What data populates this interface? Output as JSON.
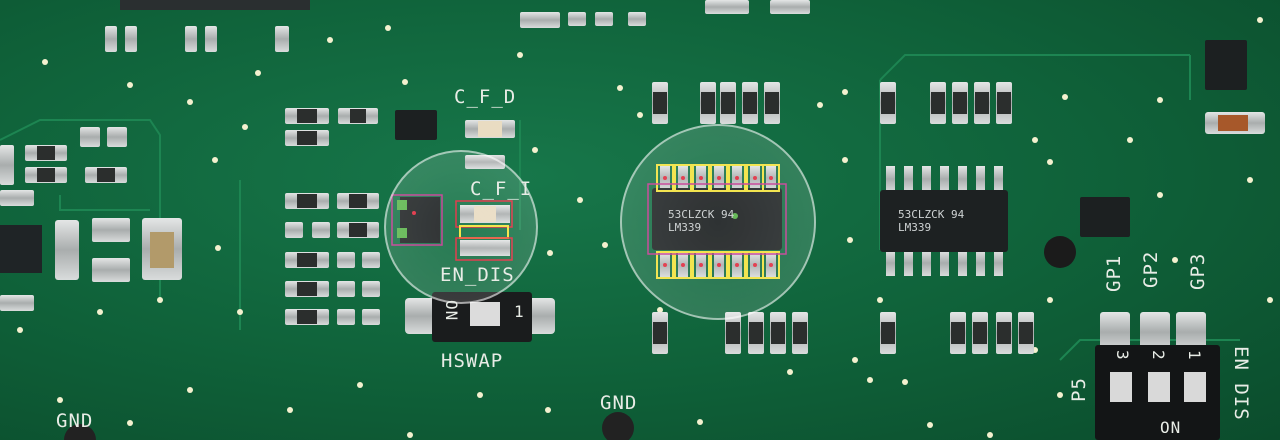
{
  "board": {
    "labels": {
      "c_f_d": "C_F_D",
      "c_f_i": "C_F_I",
      "en_dis_left": "EN_DIS",
      "hswap": "HSWAP",
      "gnd_left": "GND",
      "gnd_mid": "GND",
      "gp1": "GP1",
      "gp2": "GP2",
      "gp3": "GP3",
      "p5": "P5",
      "en_dis_right": "EN DIS",
      "switch_on_left": "ON",
      "switch_num_left": "1",
      "switch_nums_right": [
        "3",
        "2",
        "1"
      ],
      "switch_on_right": "ON"
    },
    "chips": {
      "lm339_highlighted": {
        "line1": "53CLZCK 94",
        "line2": "LM339"
      },
      "lm339_right": {
        "line1": "53CLZCK 94",
        "line2": "LM339"
      }
    },
    "colors": {
      "pcb": "#12683d",
      "silkscreen": "#e8ece6",
      "highlight_yellow": "#f2e23a",
      "highlight_red": "#e0283c",
      "highlight_magenta": "#c2358f"
    }
  }
}
